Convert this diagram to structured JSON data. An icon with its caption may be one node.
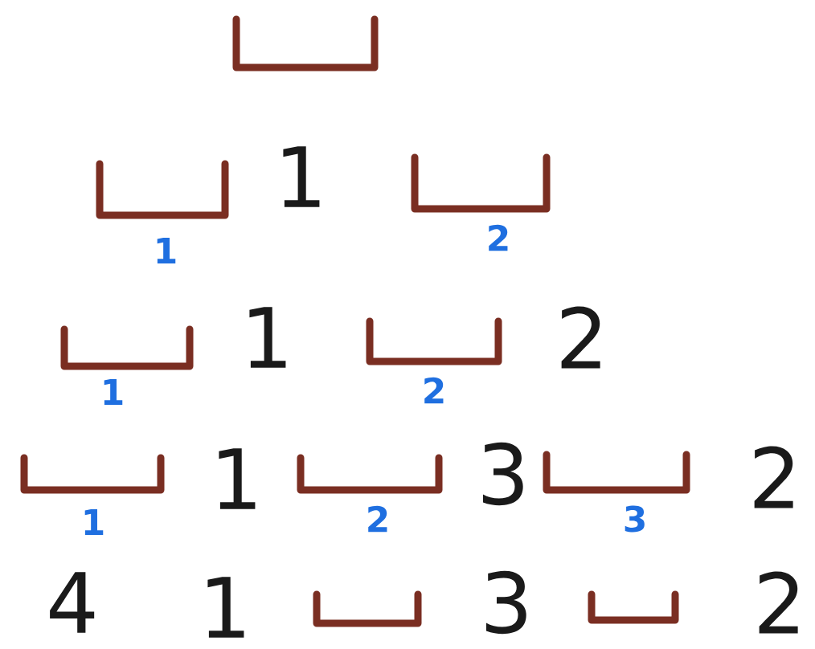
{
  "diagram": {
    "labels": [
      "1",
      "1",
      "2",
      "1",
      "1",
      "2",
      "2",
      "1",
      "1",
      "2",
      "3",
      "3",
      "2",
      "4",
      "1",
      "3",
      "2"
    ]
  }
}
